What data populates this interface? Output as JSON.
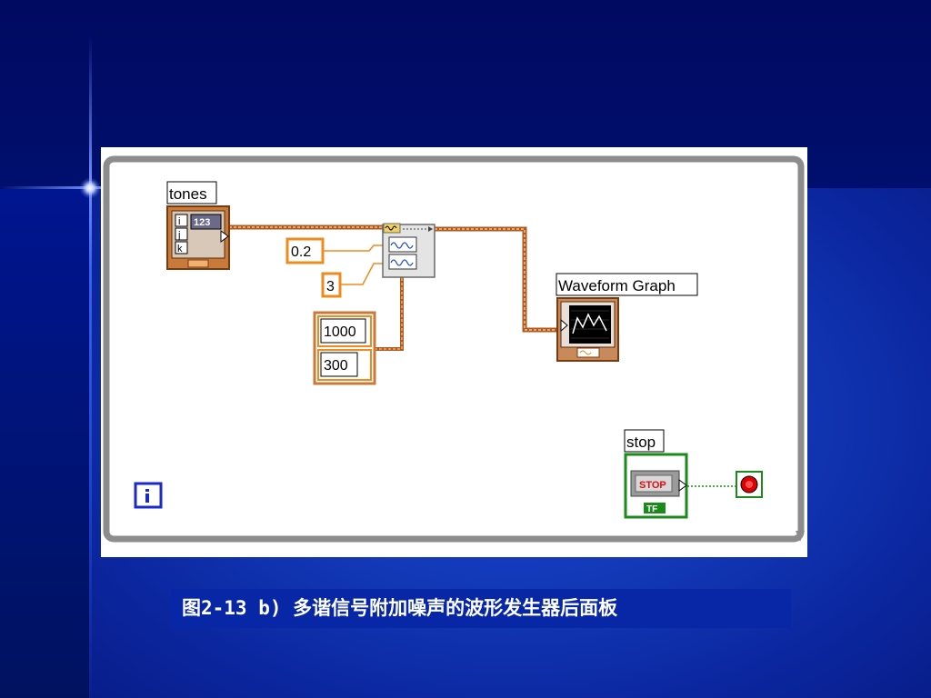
{
  "diagram": {
    "labels": {
      "tones": "tones",
      "waveform_graph": "Waveform Graph",
      "stop": "stop"
    },
    "constants": {
      "amplitude": "0.2",
      "noise_type": "3",
      "cluster_top": "1000",
      "cluster_bottom": "300"
    },
    "terminals": {
      "tones_type": "123",
      "tones_indices": [
        "i",
        "j",
        "k"
      ],
      "stop_button": "STOP",
      "stop_type": "TF"
    },
    "icons": [
      "while-loop",
      "tones-array-terminal",
      "waveform-generator-icon",
      "waveform-graph-icon",
      "stop-button-terminal",
      "loop-condition-icon",
      "iteration-terminal-icon"
    ]
  },
  "caption": "图2-13 b) 多谐信号附加噪声的波形发生器后面板"
}
